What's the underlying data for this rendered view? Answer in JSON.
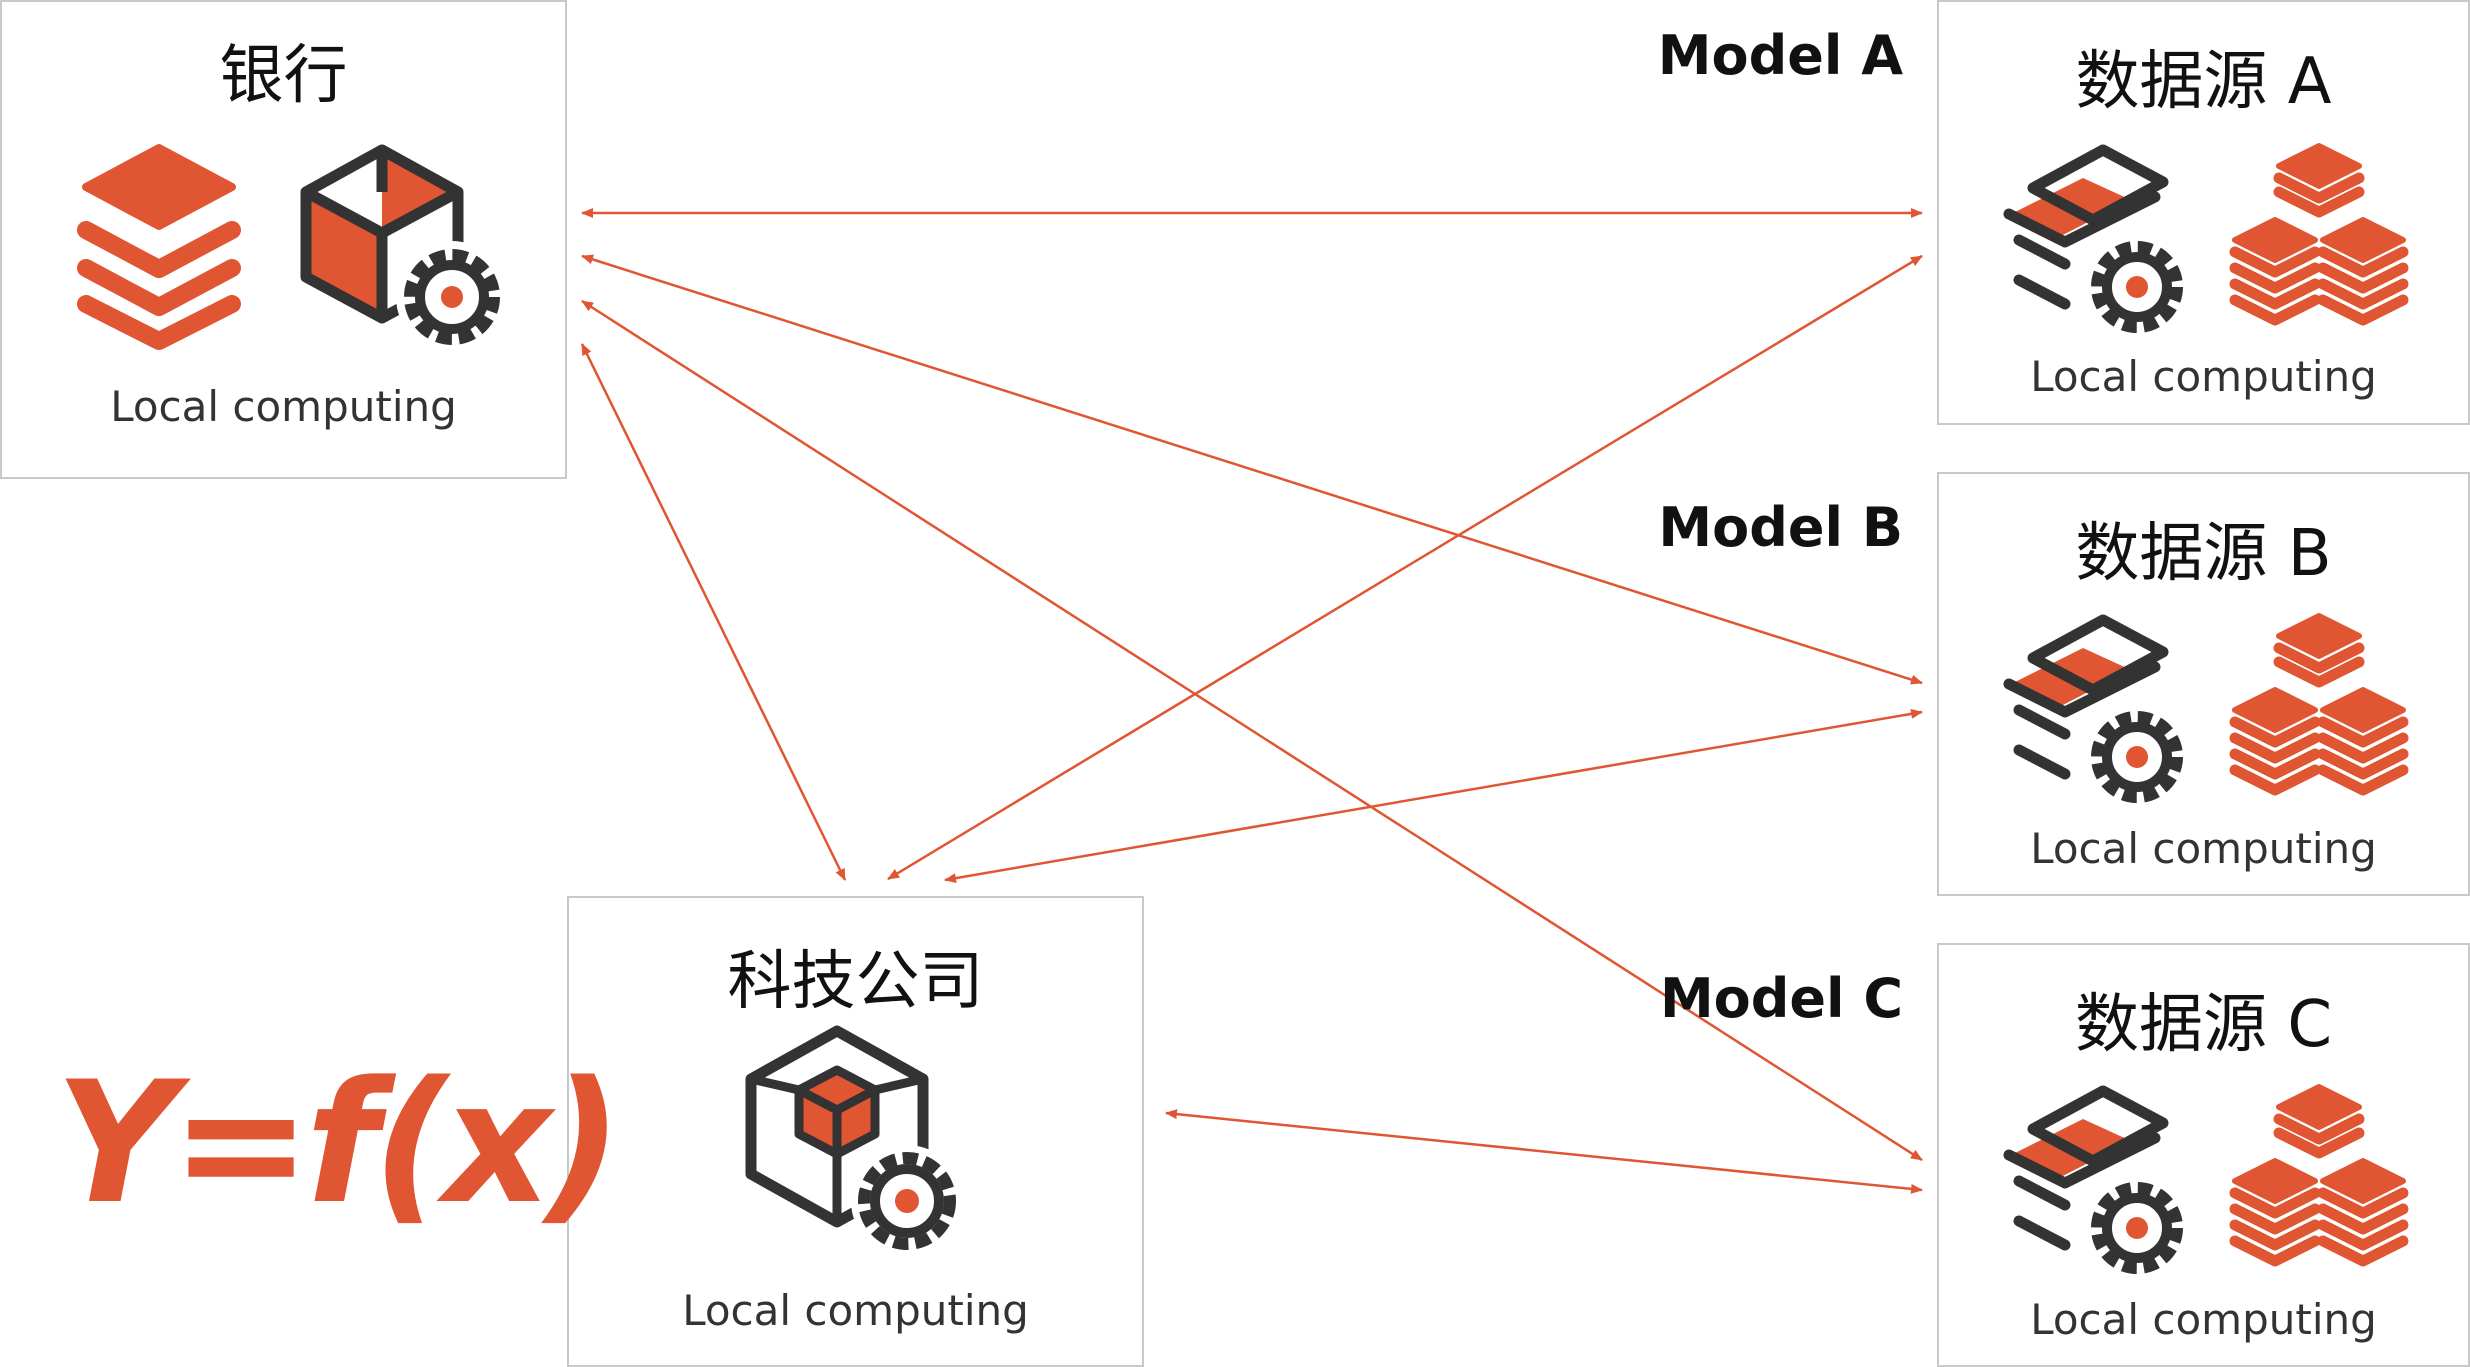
{
  "colors": {
    "accent": "#e05532",
    "icon_outline": "#333333",
    "border": "#c9c9c9"
  },
  "nodes": {
    "bank": {
      "title": "银行",
      "caption": "Local computing",
      "icons": [
        "database-stack-icon",
        "cube-gear-icon"
      ]
    },
    "tech": {
      "title": "科技公司",
      "caption": "Local computing",
      "icons": [
        "cube-gear-icon"
      ]
    },
    "sources": [
      {
        "title": "数据源 A",
        "caption": "Local computing",
        "model_label": "Model A",
        "icons": [
          "layers-gear-icon",
          "stacked-database-pyramid-icon"
        ]
      },
      {
        "title": "数据源 B",
        "caption": "Local computing",
        "model_label": "Model B",
        "icons": [
          "layers-gear-icon",
          "stacked-database-pyramid-icon"
        ]
      },
      {
        "title": "数据源 C",
        "caption": "Local computing",
        "model_label": "Model C",
        "icons": [
          "layers-gear-icon",
          "stacked-database-pyramid-icon"
        ]
      }
    ]
  },
  "formula": "Y=f(x)",
  "connections": [
    {
      "from": "bank",
      "to": "source-a",
      "bidirectional": true
    },
    {
      "from": "bank",
      "to": "source-b",
      "bidirectional": true
    },
    {
      "from": "bank",
      "to": "source-c",
      "bidirectional": true
    },
    {
      "from": "bank",
      "to": "tech",
      "bidirectional": true
    },
    {
      "from": "tech",
      "to": "source-a",
      "bidirectional": true
    },
    {
      "from": "tech",
      "to": "source-b",
      "bidirectional": true
    },
    {
      "from": "tech",
      "to": "source-c",
      "bidirectional": true
    }
  ]
}
